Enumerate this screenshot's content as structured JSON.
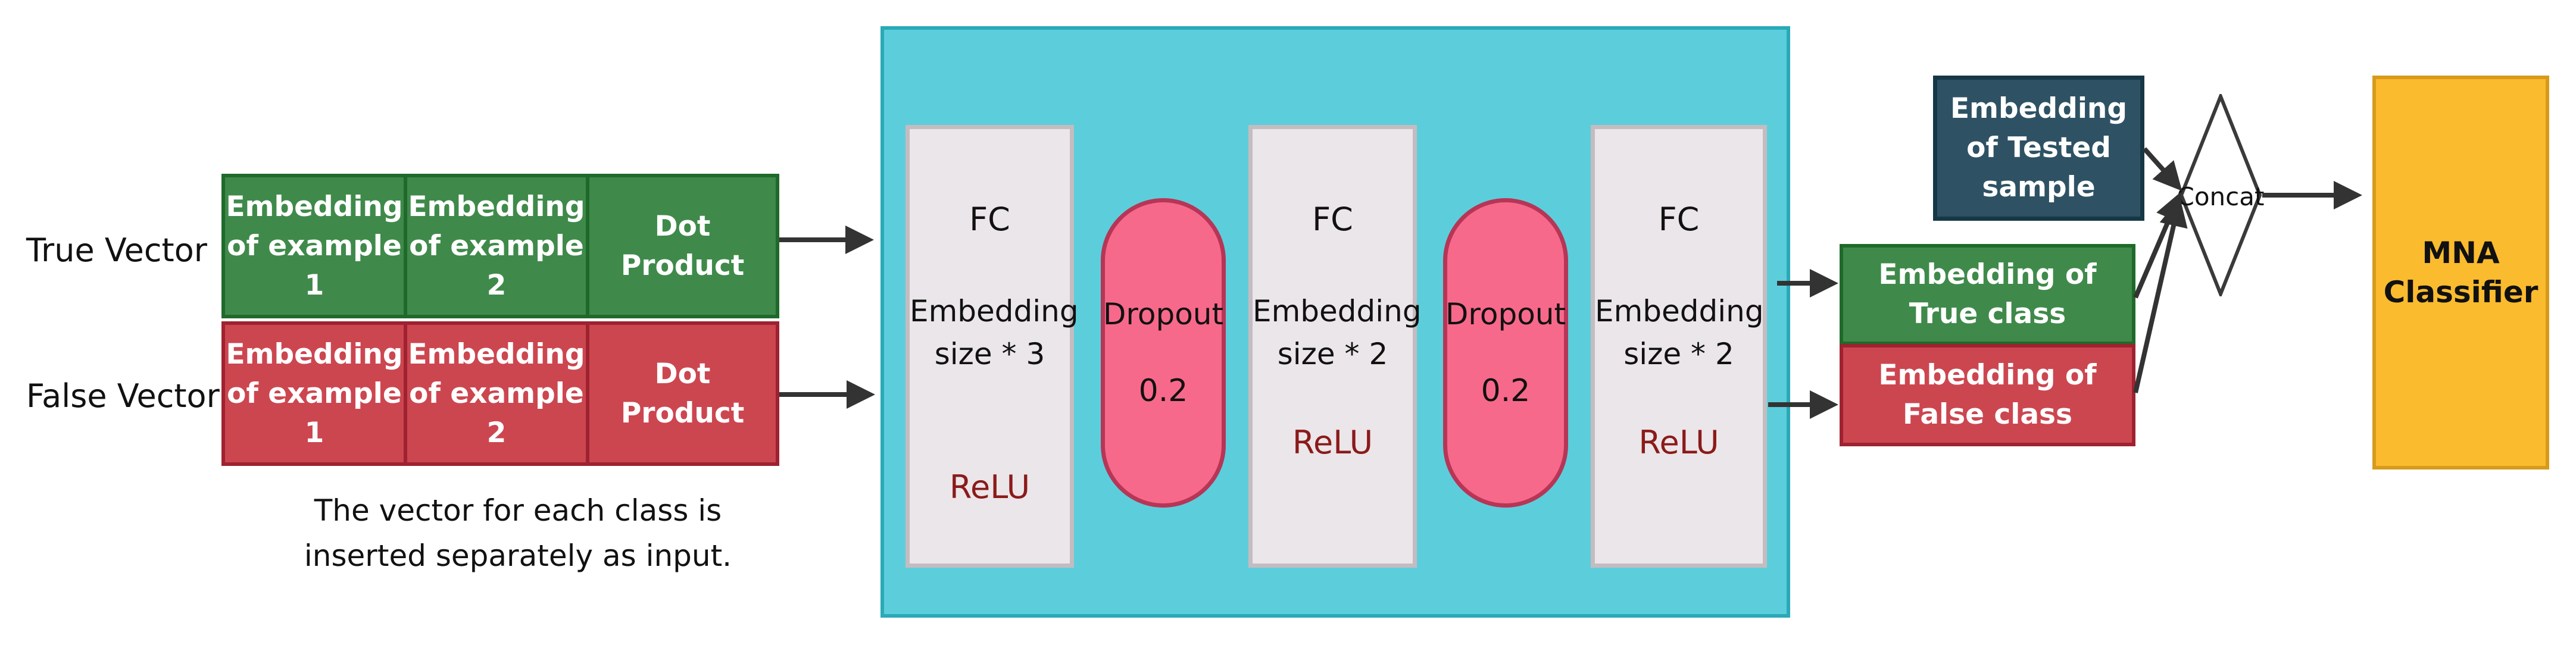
{
  "rows": {
    "true_label": "True Vector",
    "false_label": "False Vector",
    "true_cells": [
      "Embedding\nof example\n1",
      "Embedding\nof example\n2",
      "Dot Product"
    ],
    "false_cells": [
      "Embedding\nof example\n1",
      "Embedding\nof example\n2",
      "Dot Product"
    ],
    "caption": "The vector for each class is\ninserted separately as input."
  },
  "network": {
    "fc1": {
      "title": "FC",
      "size": "Embedding\nsize * 3",
      "activation": "ReLU"
    },
    "dropout1": {
      "label": "Dropout",
      "value": "0.2"
    },
    "fc2": {
      "title": "FC",
      "size": "Embedding\nsize * 2",
      "activation": "ReLU"
    },
    "dropout2": {
      "label": "Dropout",
      "value": "0.2"
    },
    "fc3": {
      "title": "FC",
      "size": "Embedding\nsize * 2",
      "activation": "ReLU"
    }
  },
  "outputs": {
    "true_class": "Embedding of\nTrue class",
    "false_class": "Embedding of\nFalse  class",
    "tested_sample": "Embedding\nof Tested\nsample",
    "concat": "Concat",
    "classifier": "MNA\nClassifier"
  },
  "colors": {
    "panel": "#5ccedb",
    "green": "#3f8a4a",
    "red": "#cc4650",
    "dropout": "#f7698a",
    "navy": "#2e5264",
    "classifier": "#fbbb2f",
    "relu": "#8b1a1a"
  }
}
